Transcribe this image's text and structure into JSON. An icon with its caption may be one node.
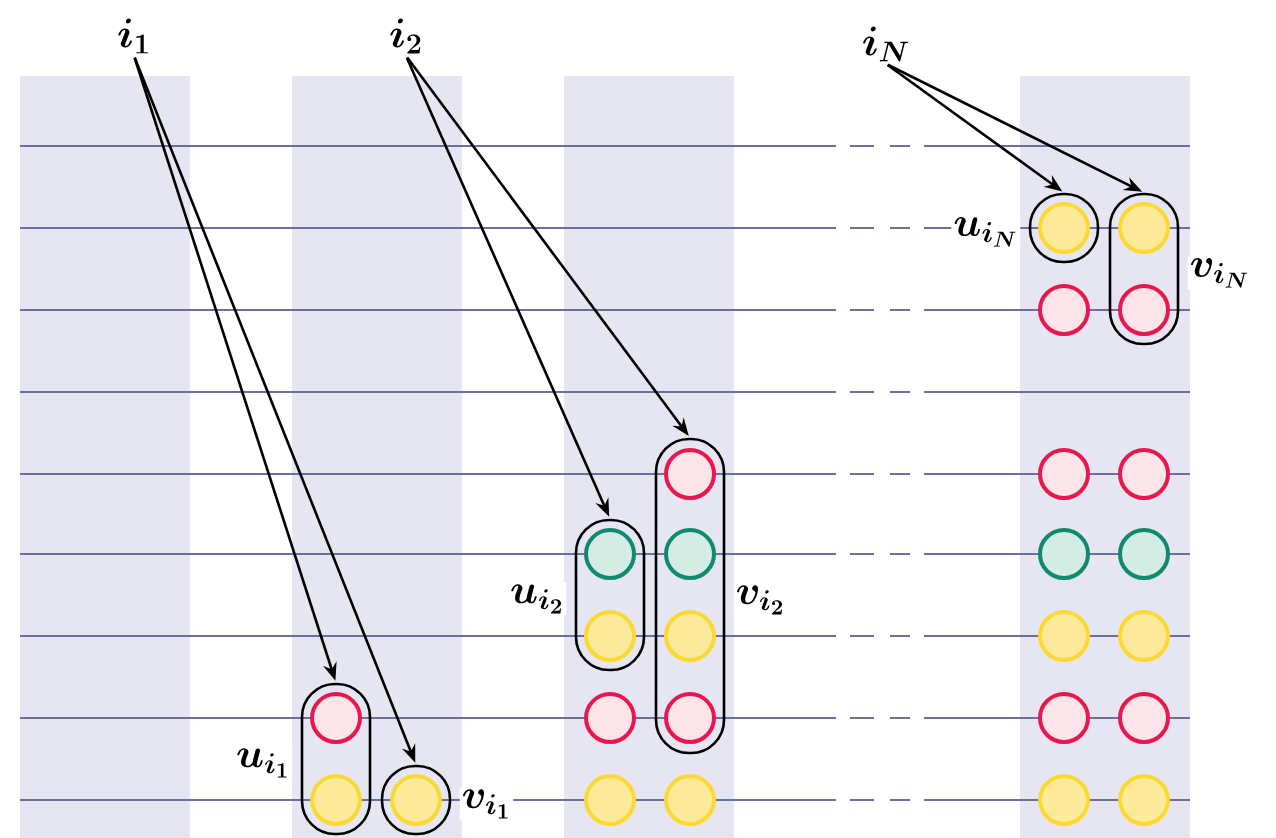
{
  "diagram": {
    "nodes": [
      {
        "text": [
          "i_1"
        ]
      },
      {
        "text": [
          "i_2"
        ]
      },
      {
        "text": [
          "i_N"
        ]
      },
      {
        "text": [
          "u_{i_1}"
        ]
      },
      {
        "text": [
          "v_{i_1}"
        ]
      },
      {
        "text": [
          "u_{i_2}"
        ]
      },
      {
        "text": [
          "v_{i_2}"
        ]
      },
      {
        "text": [
          "u_{i_N}"
        ]
      },
      {
        "text": [
          "v_{i_N}"
        ]
      }
    ],
    "edges": [
      {
        "from": 0,
        "to": 3,
        "arrow": "to"
      },
      {
        "from": 0,
        "to": 4,
        "arrow": "to"
      },
      {
        "from": 1,
        "to": 5,
        "arrow": "to"
      },
      {
        "from": 1,
        "to": 6,
        "arrow": "to"
      },
      {
        "from": 2,
        "to": 7,
        "arrow": "to"
      },
      {
        "from": 2,
        "to": 8,
        "arrow": "to"
      }
    ]
  }
}
